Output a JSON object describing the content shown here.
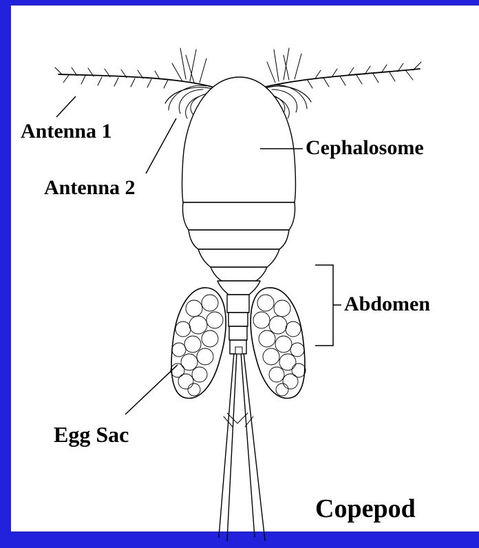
{
  "colors": {
    "background": "#2222dd",
    "panel": "#ffffff",
    "ink": "#000000"
  },
  "diagram": {
    "labels": {
      "antenna1": "Antenna 1",
      "antenna2": "Antenna 2",
      "cephalosome": "Cephalosome",
      "abdomen": "Abdomen",
      "egg_sac": "Egg Sac",
      "title": "Copepod"
    }
  }
}
